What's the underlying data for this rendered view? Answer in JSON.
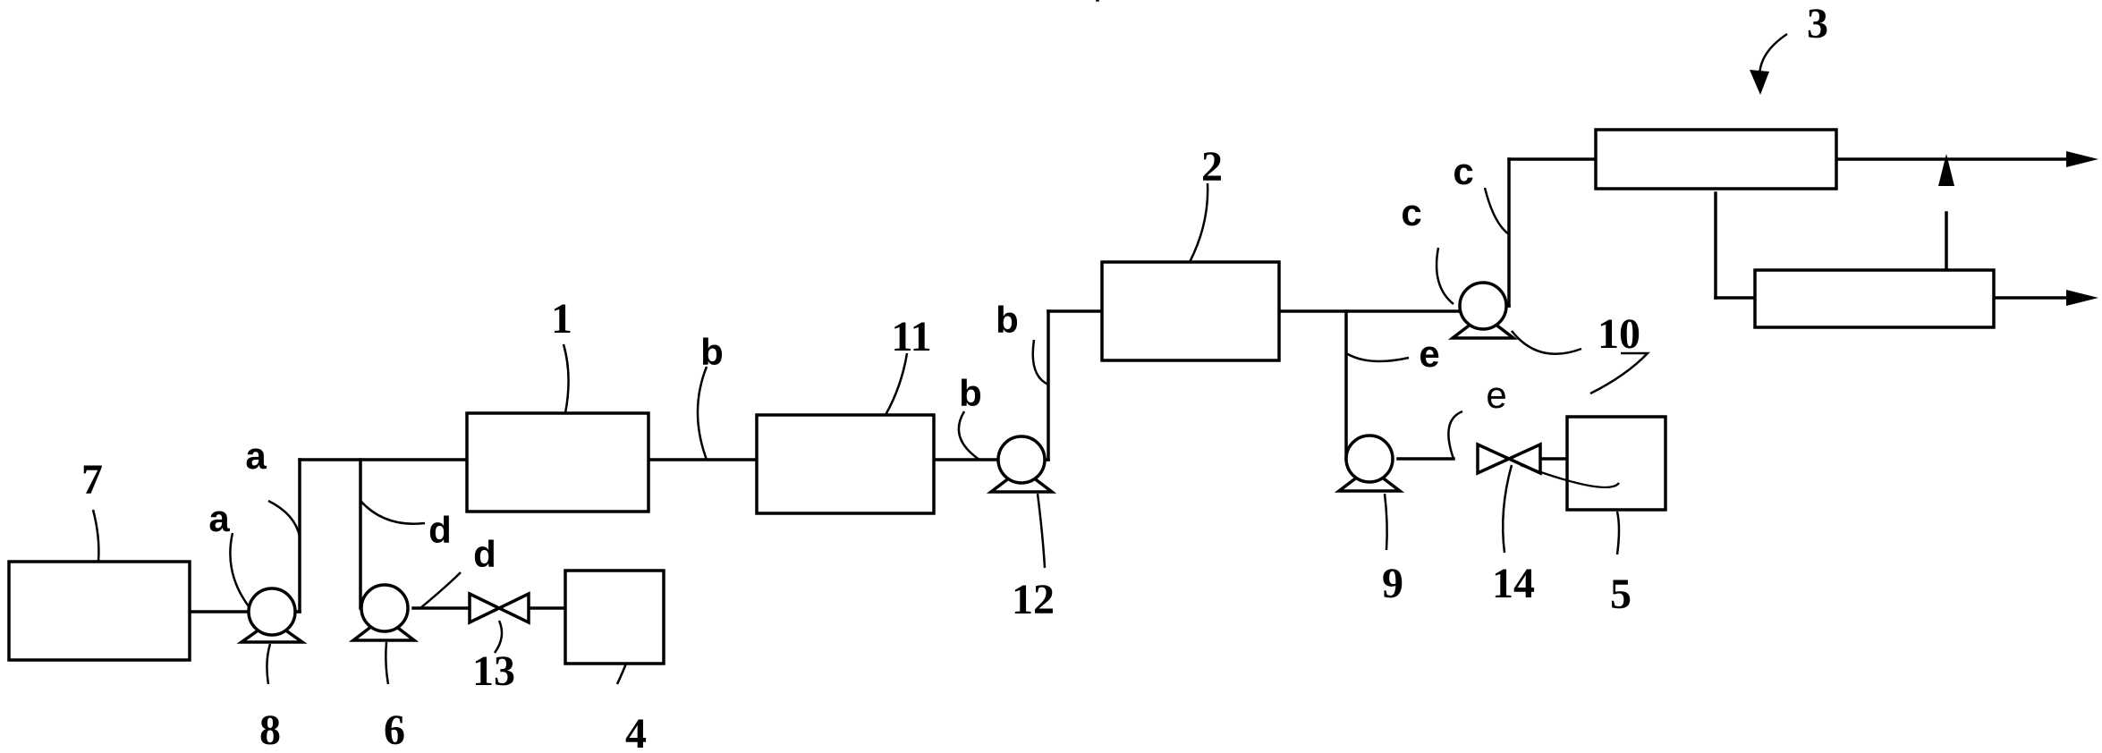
{
  "labels": {
    "n1": "1",
    "n2": "2",
    "n3": "3",
    "n4": "4",
    "n5": "5",
    "n6": "6",
    "n7": "7",
    "n8": "8",
    "n9": "9",
    "n10": "10",
    "n11": "11",
    "n12": "12",
    "n13": "13",
    "n14": "14",
    "a": "a",
    "b": "b",
    "c": "c",
    "d": "d",
    "e": "e"
  }
}
